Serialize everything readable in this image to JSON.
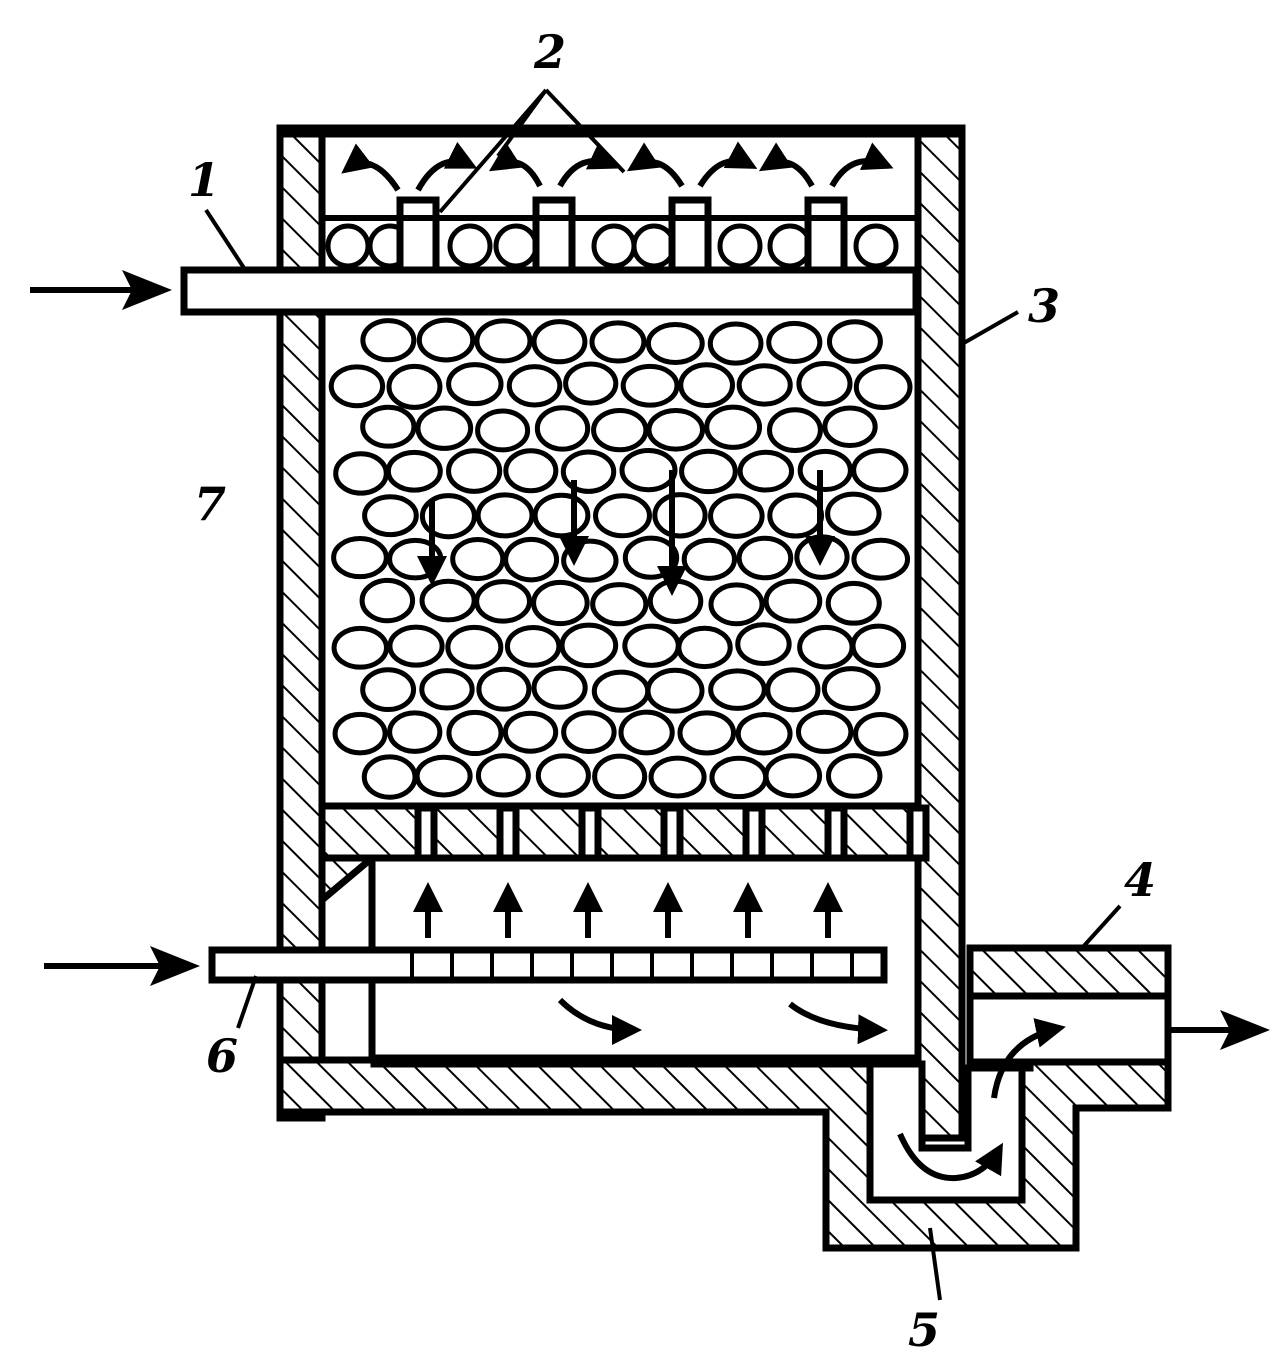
{
  "labels": {
    "l1": "1",
    "l2": "2",
    "l3": "3",
    "l4": "4",
    "l5": "5",
    "l6": "6",
    "l7": "7"
  },
  "colors": {
    "ink": "#000000",
    "paper": "#ffffff"
  },
  "pebble_rows": 11,
  "pebble_cols": 10,
  "top_pipes": 4,
  "bottom_channels": 6,
  "up_arrows": 6
}
